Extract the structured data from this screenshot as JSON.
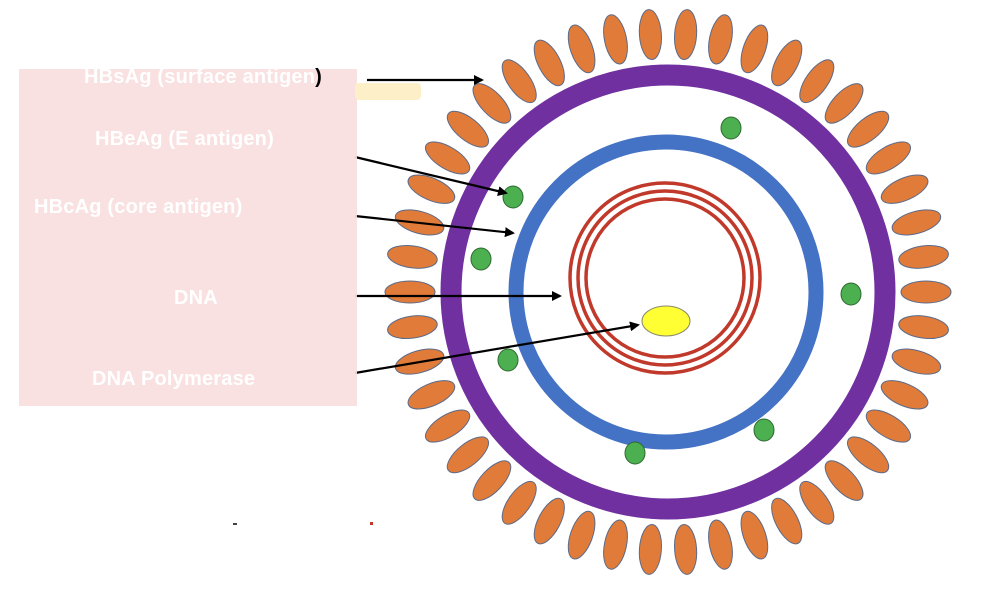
{
  "labels": {
    "surface_antigen_prefix": "HBsAg (surface antigen",
    "surface_antigen_suffix": ")",
    "e_antigen": "HBeAg (E antigen)",
    "core_antigen": "HBcAg (core antigen)",
    "dna": "DNA",
    "dna_polymerase": "DNA Polymerase"
  },
  "colors": {
    "spike": "#e07b39",
    "envelope": "#7030a0",
    "capsid": "#4472c4",
    "dna_ring": "#c0392b",
    "antigen_dot": "#4caf50",
    "polymerase": "#ffff33",
    "overlay": "#f9dede"
  }
}
